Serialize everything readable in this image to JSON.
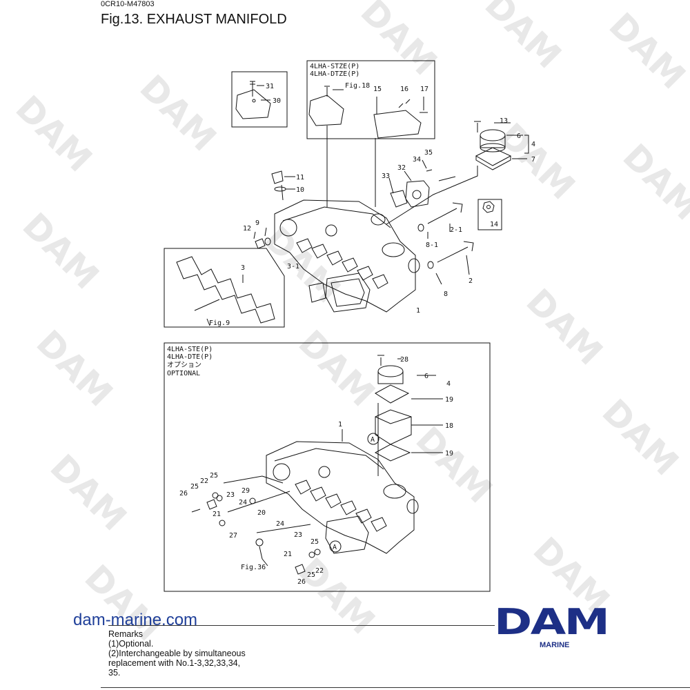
{
  "header": {
    "doc_code": "0CR10-M47803",
    "title": "Fig.13.  EXHAUST MANIFOLD"
  },
  "watermark": {
    "text": "DAM"
  },
  "diagram_top": {
    "inset_variant_lines": [
      "4LHA-STZE(P)",
      "4LHA-DTZE(P)"
    ],
    "fig18": "Fig.18",
    "fig9": "Fig.9",
    "labels": {
      "p31": "31",
      "p30": "30",
      "p15": "15",
      "p16": "16",
      "p17": "17",
      "p13": "13",
      "p6": "6",
      "p4": "4",
      "p7": "7",
      "p35": "35",
      "p34": "34",
      "p32": "32",
      "p33": "33",
      "p11": "11",
      "p10": "10",
      "p14": "14",
      "p9": "9",
      "p12": "12",
      "p2_1": "2-1",
      "p8_1": "8-1",
      "p3_1": "3-1",
      "p3": "3",
      "p1": "1",
      "p2": "2",
      "p8": "8"
    }
  },
  "diagram_bottom": {
    "variant_lines": [
      "4LHA-STE(P)",
      "4LHA-DTE(P)",
      "オプション",
      "OPTIONAL"
    ],
    "fig36": "Fig.36",
    "ref_a": "A",
    "labels": {
      "p28": "28",
      "p6": "6",
      "p4": "4",
      "p19a": "19",
      "p18": "18",
      "p19b": "19",
      "p1": "1",
      "p25a": "25",
      "p22a": "22",
      "p26a": "26",
      "p25b": "25",
      "p23a": "23",
      "p29": "29",
      "p21a": "21",
      "p24a": "24",
      "p20": "20",
      "p27": "27",
      "p24b": "24",
      "p23b": "23",
      "p25c": "25",
      "p21b": "21",
      "p22b": "22",
      "p25d": "25",
      "p26b": "26"
    }
  },
  "footer": {
    "website": "dam-marine.com",
    "remarks": [
      "Remarks",
      "(1)Optional.",
      "(2)Interchangeable by simultaneous",
      "replacement with No.1-3,32,33,34,",
      "35."
    ],
    "brand": "DAM",
    "brand_sub": "MARINE"
  },
  "colors": {
    "brand": "#1d2f86",
    "link": "#1f3f99",
    "watermark": "#e6e6e6"
  }
}
